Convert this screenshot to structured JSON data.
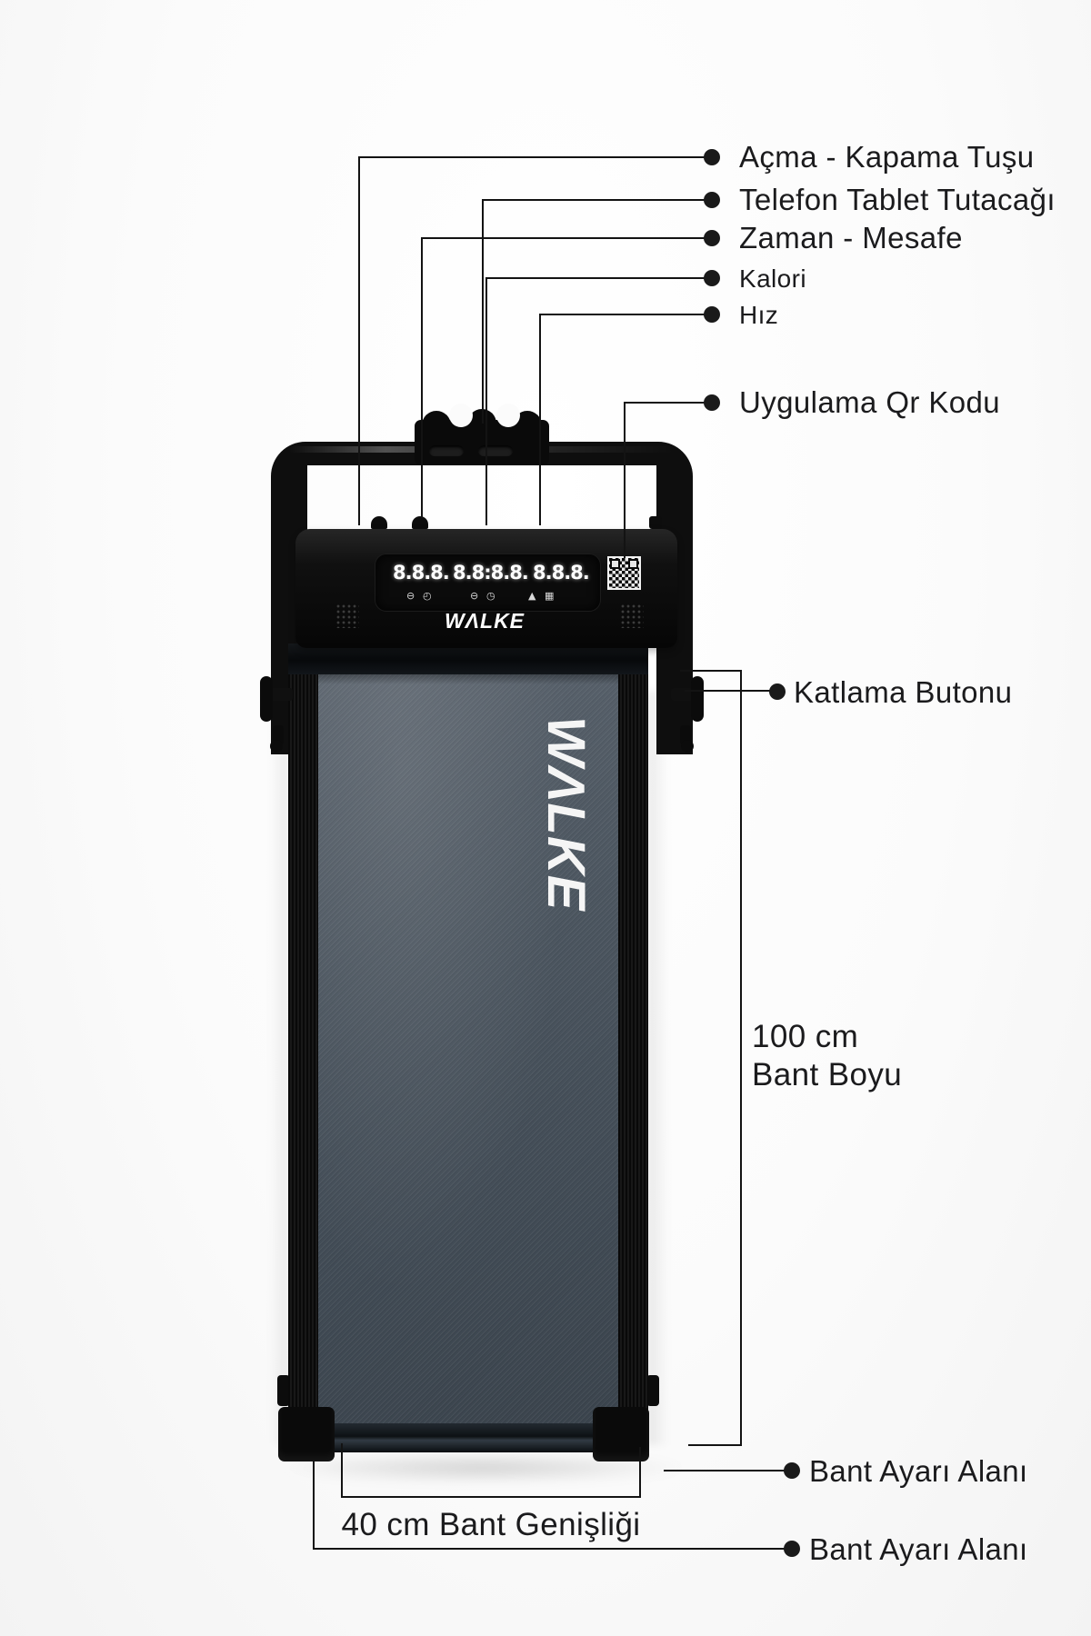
{
  "brand": {
    "wordmark": "WALKE"
  },
  "colors": {
    "background": "#fbfbfb",
    "machine_black": "#0d0d0d",
    "belt_gray": "#4b555f",
    "line": "#131313",
    "text": "#1b1b1d",
    "display_text": "#ffffff"
  },
  "console": {
    "display": {
      "group1": "8.8.8.",
      "group2": "8.8:8.8.",
      "group3": "8.8.8."
    },
    "icons": [
      {
        "name": "minus-circle-icon",
        "glyph": "⊖"
      },
      {
        "name": "speed-gauge-icon",
        "glyph": "◴"
      },
      {
        "name": "minus-circle-icon",
        "glyph": "⊖"
      },
      {
        "name": "clock-icon",
        "glyph": "◷"
      },
      {
        "name": "calorie-drop-icon",
        "glyph": "▲"
      },
      {
        "name": "distance-grid-icon",
        "glyph": "▦"
      }
    ]
  },
  "callouts": {
    "power": "Açma - Kapama Tuşu",
    "tablet_holder": "Telefon Tablet Tutacağı",
    "time_distance": "Zaman - Mesafe",
    "calories": "Kalori",
    "speed": "Hız",
    "app_qr": "Uygulama Qr Kodu",
    "fold_button": "Katlama Butonu",
    "belt_length_value": "100 cm",
    "belt_length_label": "Bant Boyu",
    "belt_adjust_right": "Bant Ayarı Alanı",
    "belt_adjust_bottom": "Bant Ayarı Alanı",
    "belt_width": "40 cm Bant Genişliği"
  }
}
